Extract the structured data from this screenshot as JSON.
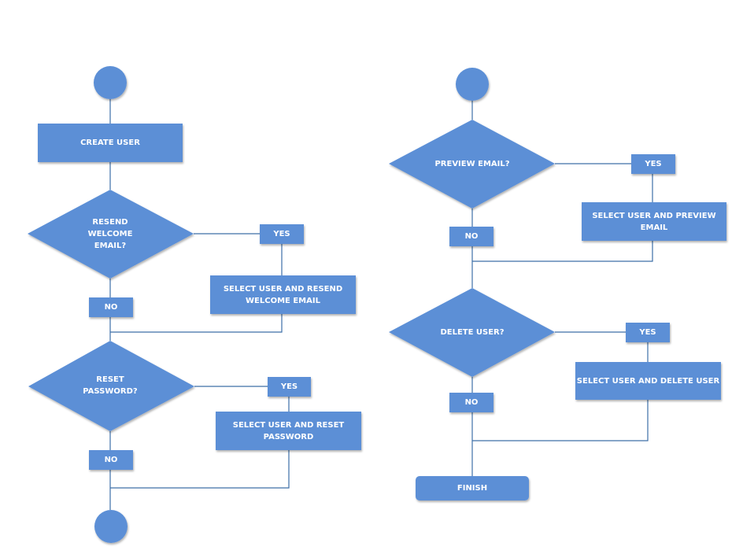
{
  "nodes": {
    "create_user": "CREATE USER",
    "resend_welcome": "RESEND\nWELCOME\nEMAIL?",
    "resend_yes": "YES",
    "resend_action": "SELECT USER AND RESEND\nWELCOME EMAIL",
    "resend_no": "NO",
    "reset_password": "RESET\nPASSWORD?",
    "reset_yes": "YES",
    "reset_action": "SELECT USER AND RESET\nPASSWORD",
    "reset_no": "NO",
    "preview_email": "PREVIEW EMAIL?",
    "preview_yes": "YES",
    "preview_action": "SELECT USER  AND PREVIEW\nEMAIL",
    "preview_no": "NO",
    "delete_user": "DELETE USER?",
    "delete_yes": "YES",
    "delete_action": "SELECT USER  AND DELETE USER",
    "delete_no": "NO",
    "finish": "FINISH"
  },
  "colors": {
    "shape_fill": "#5b8fd6",
    "connector": "#3d6fa8",
    "label_text": "#ffffff"
  }
}
